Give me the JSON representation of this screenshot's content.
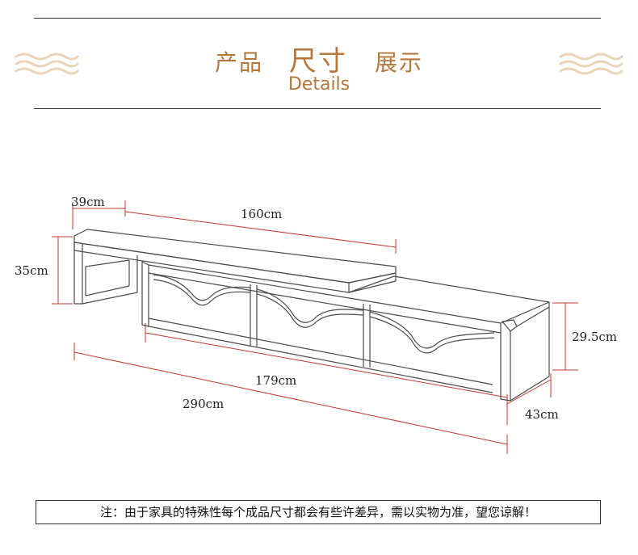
{
  "header": {
    "title_word_1": "产品",
    "title_word_2": "尺寸",
    "title_word_3": "展示",
    "subtitle": "Details",
    "accent_color": "#b5763a",
    "wave_color": "#e9d4b7"
  },
  "dimensions": {
    "depth_top": "39cm",
    "length_upper": "160cm",
    "height_left": "35cm",
    "height_right": "29.5cm",
    "length_lower": "179cm",
    "length_total": "290cm",
    "depth_right": "43cm"
  },
  "footer": {
    "note": "注：由于家具的特殊性每个成品尺寸都会有些许差异，需以实物为准，望您谅解！"
  }
}
